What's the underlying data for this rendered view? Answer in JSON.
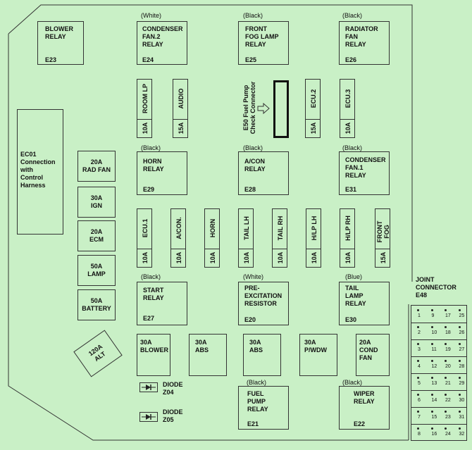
{
  "relays_top": [
    {
      "id": "blower",
      "label": "BLOWER\nRELAY",
      "code": "E23",
      "color": ""
    },
    {
      "id": "condenser2",
      "label": "CONDENSER\nFAN.2\nRELAY",
      "code": "E24",
      "color": "(White)"
    },
    {
      "id": "fog",
      "label": "FRONT\nFOG LAMP\nRELAY",
      "code": "E25",
      "color": "(Black)"
    },
    {
      "id": "radiator",
      "label": "RADIATOR\nFAN\nRELAY",
      "code": "E26",
      "color": "(Black)"
    }
  ],
  "fuses_top": [
    {
      "id": "room",
      "name": "ROOM LP",
      "amp": "10A"
    },
    {
      "id": "audio",
      "name": "AUDIO",
      "amp": "15A"
    },
    {
      "id": "ecu2",
      "name": "ECU.2",
      "amp": "15A"
    },
    {
      "id": "ecu3",
      "name": "ECU.3",
      "amp": "10A"
    }
  ],
  "fuel_pump_connector": {
    "label": "E50 Fuel Pump\nCheck Connector"
  },
  "ec01": {
    "label": "EC01\nConnection\nwith\nControl\nHarness"
  },
  "left_fuses": [
    {
      "id": "radfan",
      "label": "20A\nRAD FAN"
    },
    {
      "id": "ign",
      "label": "30A\nIGN"
    },
    {
      "id": "ecm",
      "label": "20A\nECM"
    },
    {
      "id": "lamp",
      "label": "50A\nLAMP"
    },
    {
      "id": "battery",
      "label": "50A\nBATTERY"
    }
  ],
  "relays_mid": [
    {
      "id": "horn",
      "label": "HORN\nRELAY",
      "code": "E29",
      "color": "(Black)"
    },
    {
      "id": "acon",
      "label": "A/CON\nRELAY",
      "code": "E28",
      "color": "(Black)"
    },
    {
      "id": "condenser1",
      "label": "CONDENSER\nFAN.1\nRELAY",
      "code": "E31",
      "color": "(Black)"
    }
  ],
  "fuses_mid": [
    {
      "id": "ecu1",
      "name": "ECU.1",
      "amp": "10A"
    },
    {
      "id": "acon_f",
      "name": "A/CON.",
      "amp": "10A"
    },
    {
      "id": "horn_f",
      "name": "HORN",
      "amp": "10A"
    },
    {
      "id": "taillh",
      "name": "TAIL LH",
      "amp": "10A"
    },
    {
      "id": "tailrh",
      "name": "TAIL RH",
      "amp": "10A"
    },
    {
      "id": "hlplh",
      "name": "H/LP LH",
      "amp": "10A"
    },
    {
      "id": "hlprh",
      "name": "H/LP RH",
      "amp": "10A"
    },
    {
      "id": "frontfog",
      "name": "FRONT\nFOG",
      "amp": "15A"
    }
  ],
  "relays_low": [
    {
      "id": "start",
      "label": "START\nRELAY",
      "code": "E27",
      "color": "(Black)"
    },
    {
      "id": "preexc",
      "label": "PRE-\nEXCITATION\nRESISTOR",
      "code": "E20",
      "color": "(White)"
    },
    {
      "id": "taillamp",
      "label": "TAIL\nLAMP\nRELAY",
      "code": "E30",
      "color": "(Blue)"
    }
  ],
  "alt": {
    "label": "120A\nALT"
  },
  "bottom_fuses": [
    {
      "id": "blower30",
      "label": "30A\nBLOWER"
    },
    {
      "id": "abs1",
      "label": "30A\nABS"
    },
    {
      "id": "abs2",
      "label": "30A\nABS"
    },
    {
      "id": "pwdw",
      "label": "30A\nP/WDW"
    },
    {
      "id": "condfan",
      "label": "20A\nCOND\nFAN"
    }
  ],
  "diodes": [
    {
      "id": "z04",
      "label": "DIODE\nZ04"
    },
    {
      "id": "z05",
      "label": "DIODE\nZ05"
    }
  ],
  "relays_bottom": [
    {
      "id": "fuelpump",
      "label": "FUEL\nPUMP\nRELAY",
      "code": "E21",
      "color": "(Black)"
    },
    {
      "id": "wiper",
      "label": "WIPER\nRELAY",
      "code": "E22",
      "color": "(Black)"
    }
  ],
  "joint_connector": {
    "label": "JOINT\nCONNECTOR\nE48",
    "rows": [
      [
        "1",
        "9",
        "17",
        "25"
      ],
      [
        "2",
        "10",
        "18",
        "26"
      ],
      [
        "3",
        "11",
        "19",
        "27"
      ],
      [
        "4",
        "12",
        "20",
        "28"
      ],
      [
        "5",
        "13",
        "21",
        "29"
      ],
      [
        "6",
        "14",
        "22",
        "30"
      ],
      [
        "7",
        "15",
        "23",
        "31"
      ],
      [
        "8",
        "16",
        "24",
        "32"
      ]
    ]
  }
}
